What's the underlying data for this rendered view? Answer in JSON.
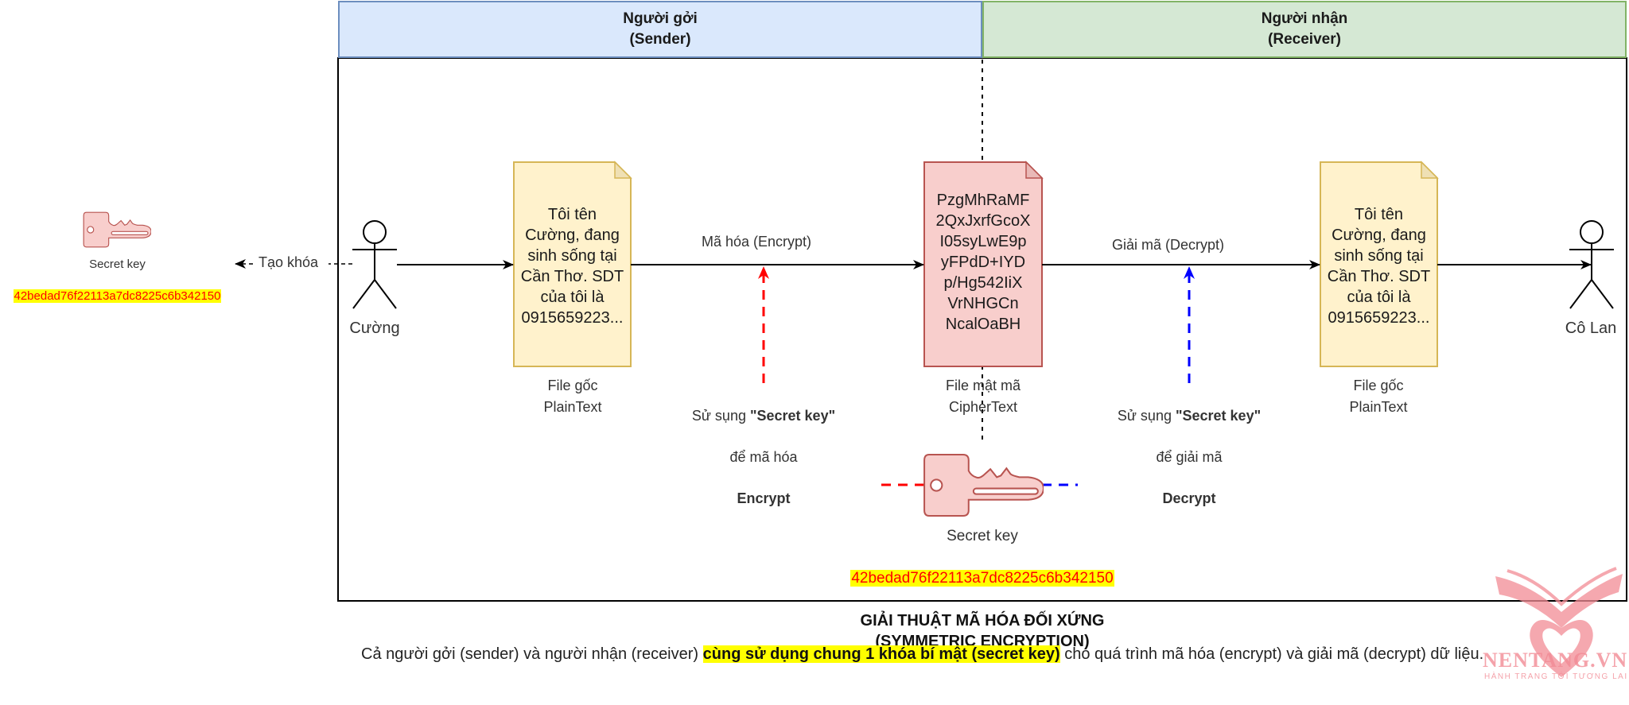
{
  "lanes": {
    "sender": {
      "line1": "Người gởi",
      "line2": "(Sender)"
    },
    "receiver": {
      "line1": "Người nhận",
      "line2": "(Receiver)"
    }
  },
  "actors": {
    "sender_name": "Cường",
    "receiver_name": "Cô Lan"
  },
  "left_key": {
    "label": "Secret key",
    "value": "42bedad76f22113a7dc8225c6b342150",
    "generate_label": "Tạo khóa"
  },
  "plaintext_doc": {
    "content": "Tôi tên\nCường, đang\nsinh sống tại\nCần Thơ. SDT\ncủa tôi là\n0915659223...",
    "caption_line1": "File gốc",
    "caption_line2": "PlainText"
  },
  "ciphertext_doc": {
    "content": "PzgMhRaMF\n2QxJxrfGcoX\nI05syLwE9p\nyFPdD+IYD\np/Hg542IiX\nVrNHGCn\nNcalOaBH",
    "caption_line1": "File mật mã",
    "caption_line2": "CipherText"
  },
  "received_doc": {
    "content": "Tôi tên\nCường, đang\nsinh sống tại\nCần Thơ. SDT\ncủa tôi là\n0915659223...",
    "caption_line1": "File gốc",
    "caption_line2": "PlainText"
  },
  "edges": {
    "encrypt_label": "Mã hóa (Encrypt)",
    "decrypt_label": "Giải mã (Decrypt)"
  },
  "encrypt_note": {
    "prefix": "Sử sụng ",
    "key_quote": "\"Secret key\"",
    "line2": "để mã hóa",
    "line3": "Encrypt"
  },
  "decrypt_note": {
    "prefix": "Sử sụng ",
    "key_quote": "\"Secret key\"",
    "line2": "để giải mã",
    "line3": "Decrypt"
  },
  "shared_key": {
    "label": "Secret key",
    "value": "42bedad76f22113a7dc8225c6b342150"
  },
  "caption": {
    "line1": "GIẢI THUẬT MÃ HÓA ĐỐI XỨNG",
    "line2": "(SYMMETRIC ENCRYPTION)"
  },
  "footer": {
    "before": "Cả người gởi (sender) và người nhận (receiver) ",
    "highlight": "cùng sử dụng chung 1 khóa bí mật (secret key)",
    "after": " cho quá trình mã hóa (encrypt) và giải mã (decrypt) dữ liệu."
  },
  "watermark": {
    "brand": "NENTANG.VN",
    "tagline": "HÀNH TRANG TỚI TƯƠNG LAI"
  },
  "colors": {
    "sender_lane": "#dae8fc",
    "receiver_lane": "#d5e8d4",
    "plaintext_fill": "#fff2cc",
    "ciphertext_fill": "#f8cecc",
    "encrypt_line": "#ff0000",
    "decrypt_line": "#0000ff",
    "key_highlight": "#ffff00",
    "key_text": "#ff0000"
  }
}
